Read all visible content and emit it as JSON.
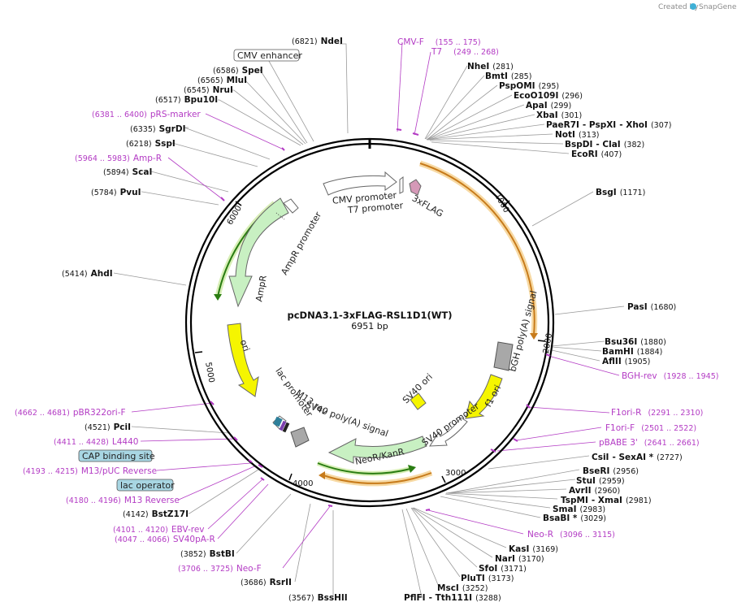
{
  "brand": {
    "created_by": "Created by",
    "name": "SnapGene"
  },
  "plasmid": {
    "name": "pcDNA3.1-3xFLAG-RSL1D1(WT)",
    "length": "6951 bp"
  },
  "ticks": [
    "1000",
    "2000",
    "3000",
    "4000",
    "5000",
    "6000"
  ],
  "features": {
    "cmv_promoter": "CMV promoter",
    "t7_promoter": "T7 promoter",
    "flag": "3xFLAG",
    "ampr_promoter": "AmpR promoter",
    "ampr": "AmpR",
    "ori": "ori",
    "lac_promoter": "lac promoter",
    "m13_rev": "M13 rev",
    "sv40_polya": "SV40 poly(A) signal",
    "neor": "NeoR/KanR",
    "sv40_promoter": "SV40 promoter",
    "sv40_ori": "SV40 ori",
    "f1_ori": "f1 ori",
    "bgh_polya": "bGH poly(A) signal"
  },
  "boxed": {
    "cmv_enhancer": "CMV enhancer",
    "cap_site": "CAP binding site",
    "lac_operator": "lac operator"
  },
  "enzymes": {
    "ndei": {
      "name": "NdeI",
      "pos": "(6821)"
    },
    "spei": {
      "name": "SpeI",
      "pos": "(6586)"
    },
    "mlui": {
      "name": "MluI",
      "pos": "(6565)"
    },
    "nrui": {
      "name": "NruI",
      "pos": "(6545)"
    },
    "bpu10i": {
      "name": "Bpu10I",
      "pos": "(6517)"
    },
    "sgrdi": {
      "name": "SgrDI",
      "pos": "(6335)"
    },
    "sspi": {
      "name": "SspI",
      "pos": "(6218)"
    },
    "scai": {
      "name": "ScaI",
      "pos": "(5894)"
    },
    "pvui": {
      "name": "PvuI",
      "pos": "(5784)"
    },
    "ahdi": {
      "name": "AhdI",
      "pos": "(5414)"
    },
    "pcii": {
      "name": "PciI",
      "pos": "(4521)"
    },
    "bstz17i": {
      "name": "BstZ17I",
      "pos": "(4142)"
    },
    "bstbi": {
      "name": "BstBI",
      "pos": "(3852)"
    },
    "rsrii": {
      "name": "RsrII",
      "pos": "(3686)"
    },
    "bsshii": {
      "name": "BssHII",
      "pos": "(3567)"
    },
    "pflfi": {
      "name": "PflFI",
      "pos": ""
    },
    "tth111i": {
      "name": "- Tth111I",
      "pos": "(3288)"
    },
    "msci": {
      "name": "MscI",
      "pos": "(3252)"
    },
    "pluti": {
      "name": "PluTI",
      "pos": "(3173)"
    },
    "sfoi": {
      "name": "SfoI",
      "pos": "(3171)"
    },
    "nari": {
      "name": "NarI",
      "pos": "(3170)"
    },
    "kasi": {
      "name": "KasI",
      "pos": "(3169)"
    },
    "bsabi": {
      "name": "BsaBI *",
      "pos": "(3029)"
    },
    "smai": {
      "name": "SmaI",
      "pos": "(2983)"
    },
    "tspmi": {
      "name": "TspMI",
      "pos": ""
    },
    "xmai": {
      "name": "- XmaI",
      "pos": "(2981)"
    },
    "avrii": {
      "name": "AvrII",
      "pos": "(2960)"
    },
    "stui": {
      "name": "StuI",
      "pos": "(2959)"
    },
    "bseri": {
      "name": "BseRI",
      "pos": "(2956)"
    },
    "csii": {
      "name": "CsiI",
      "pos": ""
    },
    "sexai": {
      "name": "- SexAI *",
      "pos": "(2727)"
    },
    "aflii": {
      "name": "AflII",
      "pos": "(1905)"
    },
    "bamhi": {
      "name": "BamHI",
      "pos": "(1884)"
    },
    "bsu36i": {
      "name": "Bsu36I",
      "pos": "(1880)"
    },
    "pasi": {
      "name": "PasI",
      "pos": "(1680)"
    },
    "bsgi": {
      "name": "BsgI",
      "pos": "(1171)"
    },
    "ecori": {
      "name": "EcoRI",
      "pos": "(407)"
    },
    "bspdi": {
      "name": "BspDI",
      "pos": ""
    },
    "clai": {
      "name": "- ClaI",
      "pos": "(382)"
    },
    "noti": {
      "name": "NotI",
      "pos": "(313)"
    },
    "paer7i": {
      "name": "PaeR7I",
      "pos": ""
    },
    "pspxi": {
      "name": "- PspXI",
      "pos": ""
    },
    "xhoi": {
      "name": "- XhoI",
      "pos": "(307)"
    },
    "xbai": {
      "name": "XbaI",
      "pos": "(301)"
    },
    "apai": {
      "name": "ApaI",
      "pos": "(299)"
    },
    "eco0109i": {
      "name": "EcoO109I",
      "pos": "(296)"
    },
    "pspomi": {
      "name": "PspOMI",
      "pos": "(295)"
    },
    "bmti": {
      "name": "BmtI",
      "pos": "(285)"
    },
    "nhei": {
      "name": "NheI",
      "pos": "(281)"
    }
  },
  "primers": {
    "cmvf": {
      "name": "CMV-F",
      "pos": "(155 .. 175)"
    },
    "t7": {
      "name": "T7",
      "pos": "(249 .. 268)"
    },
    "prs": {
      "name": "pRS-marker",
      "pos": "(6381 .. 6400)"
    },
    "ampr": {
      "name": "Amp-R",
      "pos": "(5964 .. 5983)"
    },
    "pbr322": {
      "name": "pBR322ori-F",
      "pos": "(4662 .. 4681)"
    },
    "l4440": {
      "name": "L4440",
      "pos": "(4411 .. 4428)"
    },
    "m13puc": {
      "name": "M13/pUC Reverse",
      "pos": "(4193 .. 4215)"
    },
    "m13rev": {
      "name": "M13 Reverse",
      "pos": "(4180 .. 4196)"
    },
    "ebvrev": {
      "name": "EBV-rev",
      "pos": "(4101 .. 4120)"
    },
    "sv40pa": {
      "name": "SV40pA-R",
      "pos": "(4047 .. 4066)"
    },
    "neof": {
      "name": "Neo-F",
      "pos": "(3706 .. 3725)"
    },
    "neor": {
      "name": "Neo-R",
      "pos": "(3096 .. 3115)"
    },
    "pbabe": {
      "name": "pBABE 3'",
      "pos": "(2641 .. 2661)"
    },
    "f1orif": {
      "name": "F1ori-F",
      "pos": "(2501 .. 2522)"
    },
    "f1orir": {
      "name": "F1ori-R",
      "pos": "(2291 .. 2310)"
    },
    "bghrev": {
      "name": "BGH-rev",
      "pos": "(1928 .. 1945)"
    }
  }
}
